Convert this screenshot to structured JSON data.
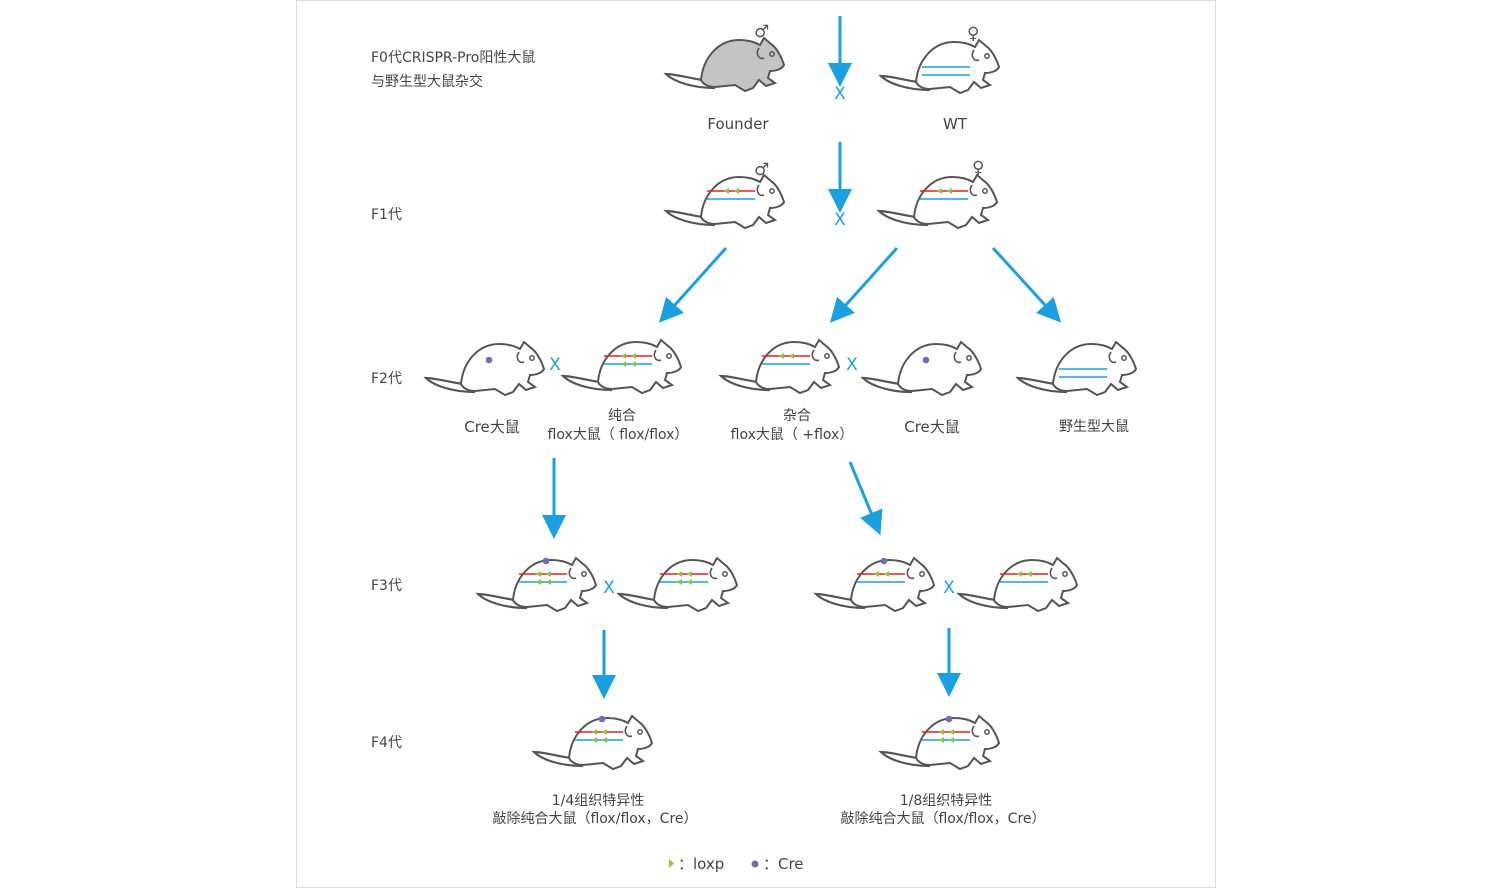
{
  "colors": {
    "arrow": "#1aa0e0",
    "flox_line": "#e0202a",
    "wt_line": "#1aa0e0",
    "loxp": "#8cc63f",
    "cre": "#7b68b0",
    "founder_fill": "#c4c4c4"
  },
  "generations": {
    "f0": "F0代CRISPR-Pro阳性大鼠",
    "f0b": "与野生型大鼠杂交",
    "f1": "F1代",
    "f2": "F2代",
    "f3": "F3代",
    "f4": "F4代"
  },
  "f0": {
    "founder": "Founder",
    "wt": "WT",
    "male": "♂",
    "female": "♀"
  },
  "f1": {
    "male": "♂",
    "female": "♀"
  },
  "cross": "X",
  "f2": {
    "cre": "Cre大鼠",
    "homo_a": "纯合",
    "homo_b": "flox大鼠（ flox/flox）",
    "het_a": "杂合",
    "het_b": "flox大鼠（ +flox）",
    "cre2": "Cre大鼠",
    "wt": "野生型大鼠"
  },
  "f4": {
    "left_a": "1/4组织特异性",
    "left_b": "敲除纯合大鼠（flox/flox，Cre）",
    "right_a": "1/8组织特异性",
    "right_b": "敲除纯合大鼠（flox/flox，Cre）"
  },
  "legend": {
    "loxp": "：loxp",
    "cre": "：Cre"
  }
}
